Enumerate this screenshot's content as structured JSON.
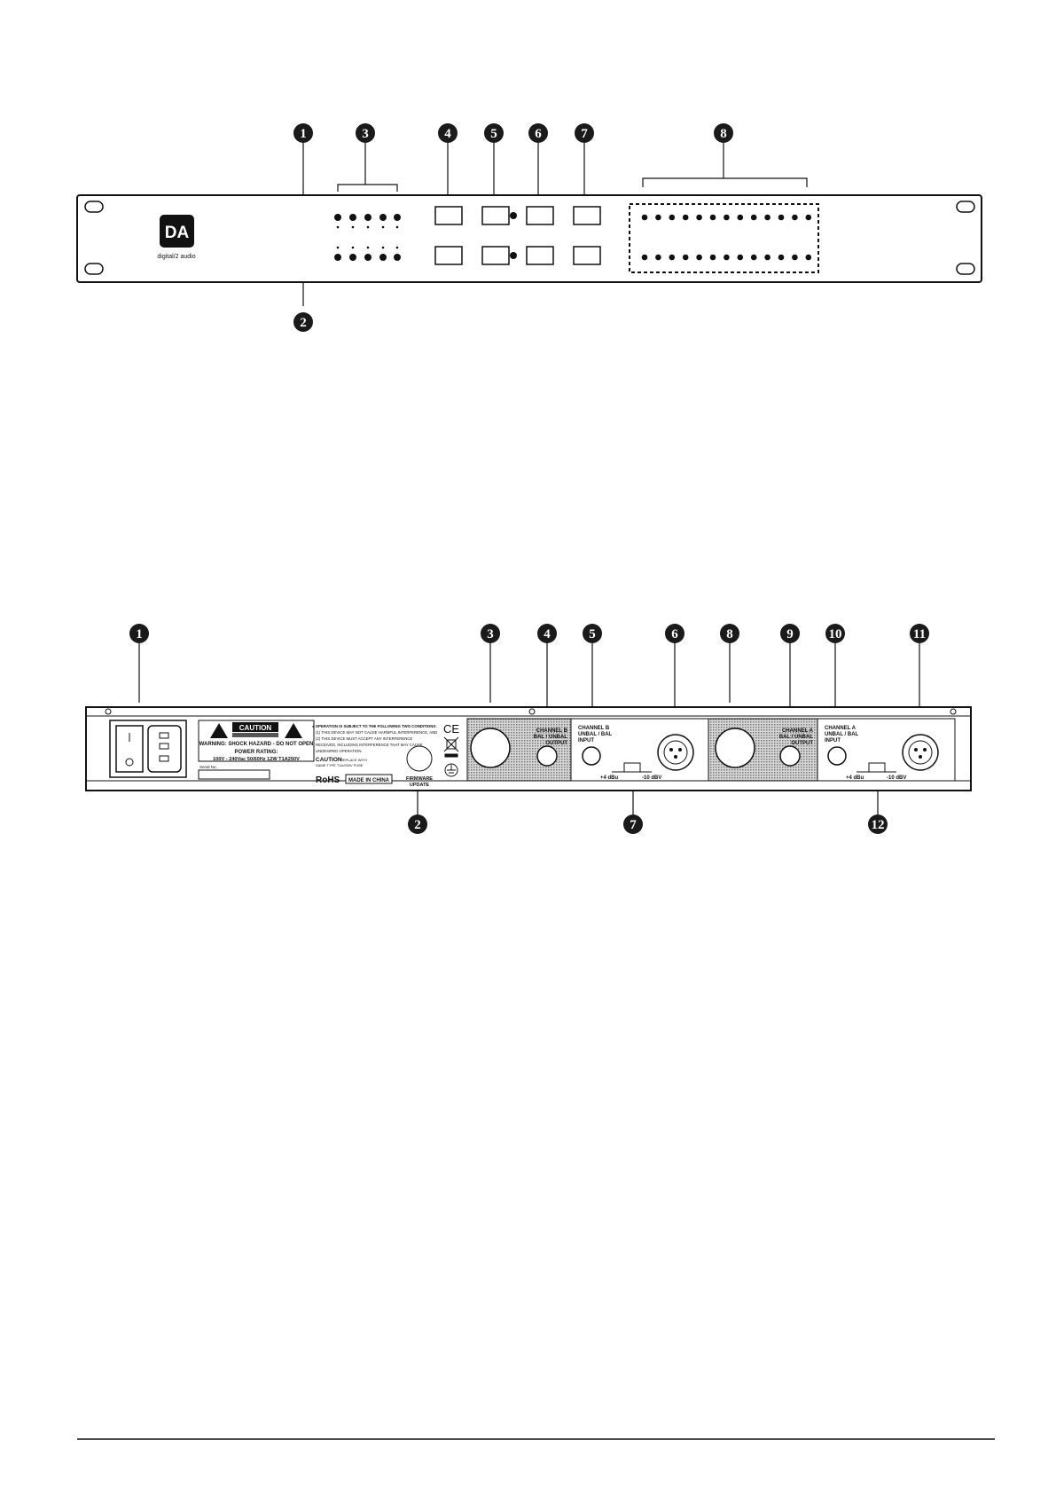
{
  "colors": {
    "ink": "#111111",
    "panel": "#ffffff",
    "grille": "#9a9a9a",
    "callout_fill": "#1a1a1a"
  },
  "front": {
    "logo": {
      "mark": "DA",
      "brand": "digital/2 audio"
    },
    "callouts": [
      "1",
      "2",
      "3",
      "4",
      "5",
      "6",
      "7",
      "8"
    ]
  },
  "rear": {
    "callouts": [
      "1",
      "2",
      "3",
      "4",
      "5",
      "6",
      "7",
      "8",
      "9",
      "10",
      "11",
      "12"
    ],
    "caution_badge": "CAUTION",
    "warning": "WARNING: SHOCK HAZARD - DO NOT OPEN",
    "power_title": "POWER RATING:",
    "power_value": "100V - 240Vac 50/60Hz 12W T1A250V",
    "serial_label": "Serial No.",
    "fcc_line1": "● OPERATION IS SUBJECT TO THE FOLLOWING TWO CONDITIONS:",
    "fcc_line2": "(1) THIS DEVICE MAY NOT CAUSE HARMFUL INTERFERENCE, AND",
    "fcc_line3": "(2) THIS DEVICE MUST ACCEPT ANY INTERFERENCE",
    "fcc_line4": "RECEIVED, INCLUDING INTERFERENCE THAT MAY CAUSE",
    "fcc_line5": "UNDESIRED OPERATION.",
    "caution_title": "CAUTION",
    "caution_text1": "REPLACE WITH",
    "caution_text2": "SAME TYPE T1A/250V FUSE",
    "rohs": "RoHS",
    "made_in": "MADE IN CHINA",
    "ce": "CE",
    "firmware1": "FIRMWARE",
    "firmware2": "UPDATE",
    "chB_out": [
      "CHANNEL B",
      "BAL / UNBAL",
      "OUTPUT"
    ],
    "chB_in": [
      "CHANNEL B",
      "UNBAL / BAL",
      "INPUT"
    ],
    "chA_out": [
      "CHANNEL A",
      "BAL / UNBAL",
      "OUTPUT"
    ],
    "chA_in": [
      "CHANNEL A",
      "UNBAL / BAL",
      "INPUT"
    ],
    "level_plus4": "+4 dBu",
    "level_minus10": "-10 dBV"
  }
}
